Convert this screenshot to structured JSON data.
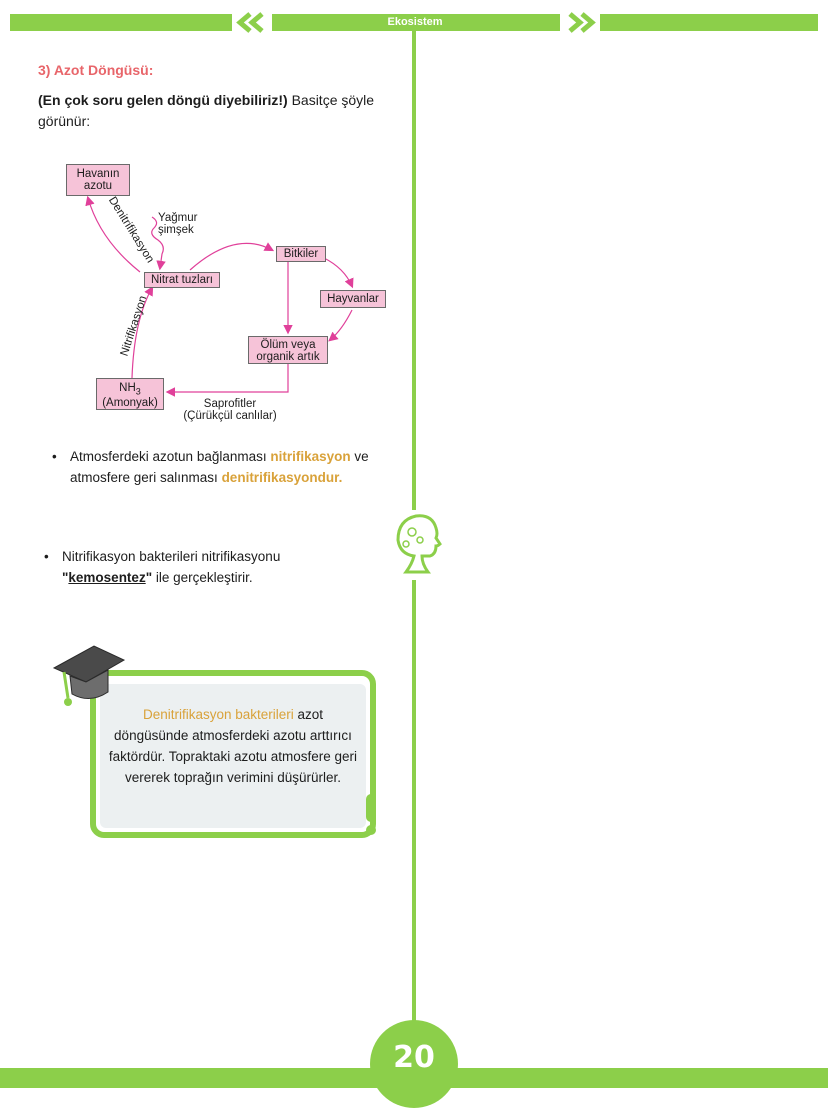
{
  "header": {
    "title": "Ekosistem"
  },
  "section": {
    "title": "3) Azot Döngüsü:",
    "intro_bold": "(En çok soru gelen döngü diyebiliriz!)",
    "intro_rest": " Basitçe şöyle görünür:"
  },
  "diagram": {
    "havanin_azotu_1": "Havanın",
    "havanin_azotu_2": "azotu",
    "denitrifikasyon": "Denitrifikasyon",
    "yagmur": "Yağmur",
    "simsek": "şimşek",
    "nitrat": "Nitrat  tuzları",
    "bitkiler": "Bitkiler",
    "hayvanlar": "Hayvanlar",
    "olum_1": "Ölüm veya",
    "olum_2": "organik artık",
    "nitrifikasyon": "Nitrifikasyon",
    "nh3_1": "NH",
    "nh3_sub": "3",
    "nh3_2": "(Amonyak)",
    "saprofitler_1": "Saprofitler",
    "saprofitler_2": "(Çürükçül canlılar)",
    "colors": {
      "box": "#f6c3d8",
      "arrow": "#e0409a"
    }
  },
  "bullets": {
    "b1_part1": "Atmosferdeki azotun bağlanması ",
    "b1_hl1": "nitrifikasyon",
    "b1_part2": " ve atmosfere geri salınması ",
    "b1_hl2": "denitrifikasyondur.",
    "b2_part1": "Nitrifikasyon bakterileri nitrifikasyonu ",
    "b2_quote_open": "\"",
    "b2_bold": "kemosentez",
    "b2_quote_close": "\"",
    "b2_part2": " ile gerçekleştirir."
  },
  "note": {
    "hl": "Denitrifikasyon bakterileri",
    "text": " azot döngüsünde atmosferdeki azotu arttırıcı faktördür. Topraktaki azotu atmosfere geri vererek toprağın verimini düşürürler."
  },
  "footer": {
    "page_number": "20"
  },
  "theme": {
    "accent": "#8ccf4a",
    "title_color": "#e8656a",
    "highlight": "#d9a23a"
  },
  "icons": [
    "double-chevron-left-icon",
    "double-chevron-right-icon",
    "head-brain-icon",
    "graduation-cap-icon",
    "exclamation-icon"
  ]
}
